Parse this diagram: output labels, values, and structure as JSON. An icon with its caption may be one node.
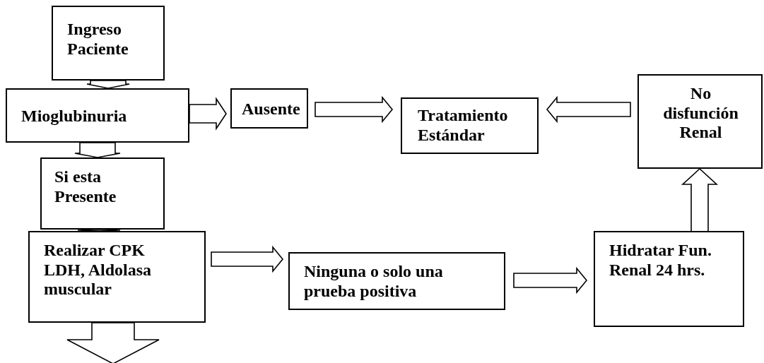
{
  "diagram": {
    "nodes": [
      {
        "text": [
          "Ingreso Paciente"
        ]
      },
      {
        "text": [
          "Mioglubinuria"
        ]
      },
      {
        "text": [
          "Ausente"
        ]
      },
      {
        "text": [
          "Tratamiento Estándar"
        ]
      },
      {
        "text": [
          "No disfunción Renal"
        ]
      },
      {
        "text": [
          "Si esta Presente"
        ]
      },
      {
        "text": [
          "Realizar CPK LDH, Aldolasa muscular"
        ]
      },
      {
        "text": [
          "Ninguna o solo una prueba positiva"
        ]
      },
      {
        "text": [
          "Hidratar Fun. Renal 24 hrs."
        ]
      }
    ],
    "edges": [
      {
        "from": 0,
        "to": 1,
        "arrow": "to"
      },
      {
        "from": 1,
        "to": 2,
        "arrow": "to"
      },
      {
        "from": 2,
        "to": 3,
        "arrow": "to"
      },
      {
        "from": 4,
        "to": 3,
        "arrow": "to"
      },
      {
        "from": 1,
        "to": 5,
        "arrow": "to"
      },
      {
        "from": 5,
        "to": 6,
        "arrow": "to"
      },
      {
        "from": 6,
        "to": 7,
        "arrow": "to"
      },
      {
        "from": 7,
        "to": 8,
        "arrow": "to"
      },
      {
        "from": 8,
        "to": 4,
        "arrow": "to"
      },
      {
        "from": 6,
        "to": null,
        "arrow": "to"
      }
    ]
  }
}
